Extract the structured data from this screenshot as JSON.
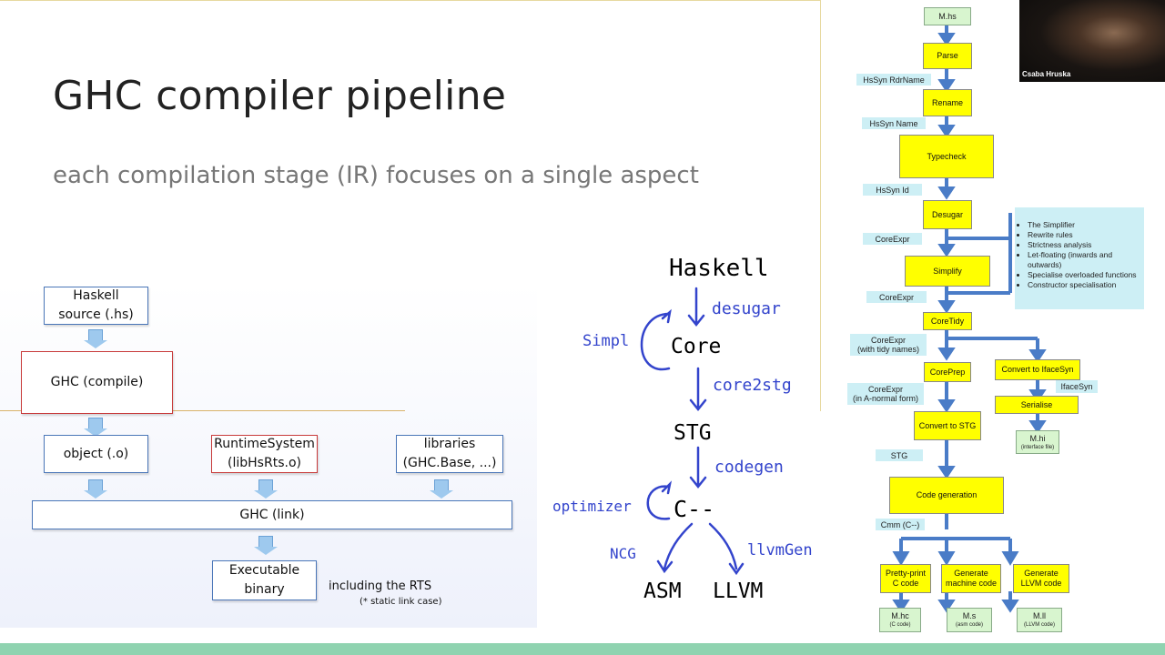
{
  "slide": {
    "title": "GHC compiler pipeline",
    "subtitle": "each compilation stage (IR) focuses on a single aspect"
  },
  "left_pipeline": {
    "haskell_source": [
      "Haskell",
      "source (.hs)"
    ],
    "ghc_compile": "GHC (compile)",
    "object": "object (.o)",
    "runtime": [
      "RuntimeSystem",
      "(libHsRts.o)"
    ],
    "libraries": [
      "libraries",
      "(GHC.Base, ...)"
    ],
    "ghc_link": "GHC (link)",
    "executable": [
      "Executable",
      "binary"
    ],
    "note_rts": "including the RTS",
    "note_static": "(* static link case)"
  },
  "handwritten": {
    "haskell": "Haskell",
    "desugar": "desugar",
    "simpl": "Simpl",
    "core": "Core",
    "core2stg": "core2stg",
    "stg": "STG",
    "codegen": "codegen",
    "optimizer": "optimizer",
    "cmm": "C--",
    "ncg": "NCG",
    "llvmgen": "llvmGen",
    "asm": "ASM",
    "llvm": "LLVM"
  },
  "right_diagram": {
    "m_hs": "M.hs",
    "parse": "Parse",
    "hssyn_rdrname": "HsSyn RdrName",
    "rename": "Rename",
    "hssyn_name": "HsSyn Name",
    "typecheck": "Typecheck",
    "hssyn_id": "HsSyn Id",
    "desugar": "Desugar",
    "coreexpr1": "CoreExpr",
    "simplify": "Simplify",
    "coreexpr2": "CoreExpr",
    "coretidy": "CoreTidy",
    "coreexpr_tidy": [
      "CoreExpr",
      "(with tidy names)"
    ],
    "coreprep": "CorePrep",
    "coreexpr_anf": [
      "CoreExpr",
      "(in A-normal form)"
    ],
    "convert_stg": "Convert to STG",
    "stg": "STG",
    "code_generation": "Code generation",
    "cmm": "Cmm (C--)",
    "convert_ifacesyn": "Convert to IfaceSyn",
    "ifacesyn": "IfaceSyn",
    "serialise": "Serialise",
    "m_hi": "M.hi",
    "m_hi_sub": "(interface file)",
    "simplifier_list": [
      "The Simplifier",
      "Rewrite rules",
      "Strictness analysis",
      "Let-floating (inwards and outwards)",
      "Specialise overloaded functions",
      "Constructor specialisation"
    ],
    "pretty_print": [
      "Pretty-print",
      "C code"
    ],
    "generate_machine": [
      "Generate",
      "machine code"
    ],
    "generate_llvm": [
      "Generate",
      "LLVM  code"
    ],
    "m_hc": "M.hc",
    "m_hc_sub": "(C code)",
    "m_s": "M.s",
    "m_s_sub": "(asm code)",
    "m_ll": "M.ll",
    "m_ll_sub": "(LLVM code)"
  },
  "webcam": {
    "name": "Csaba Hruska"
  },
  "colors": {
    "blue_arrow": "#4a7cc7",
    "yellow": "#ffff00",
    "cyan": "#cdeff5",
    "green": "#d8f5cf",
    "handwriting_blue": "#3344cc"
  }
}
